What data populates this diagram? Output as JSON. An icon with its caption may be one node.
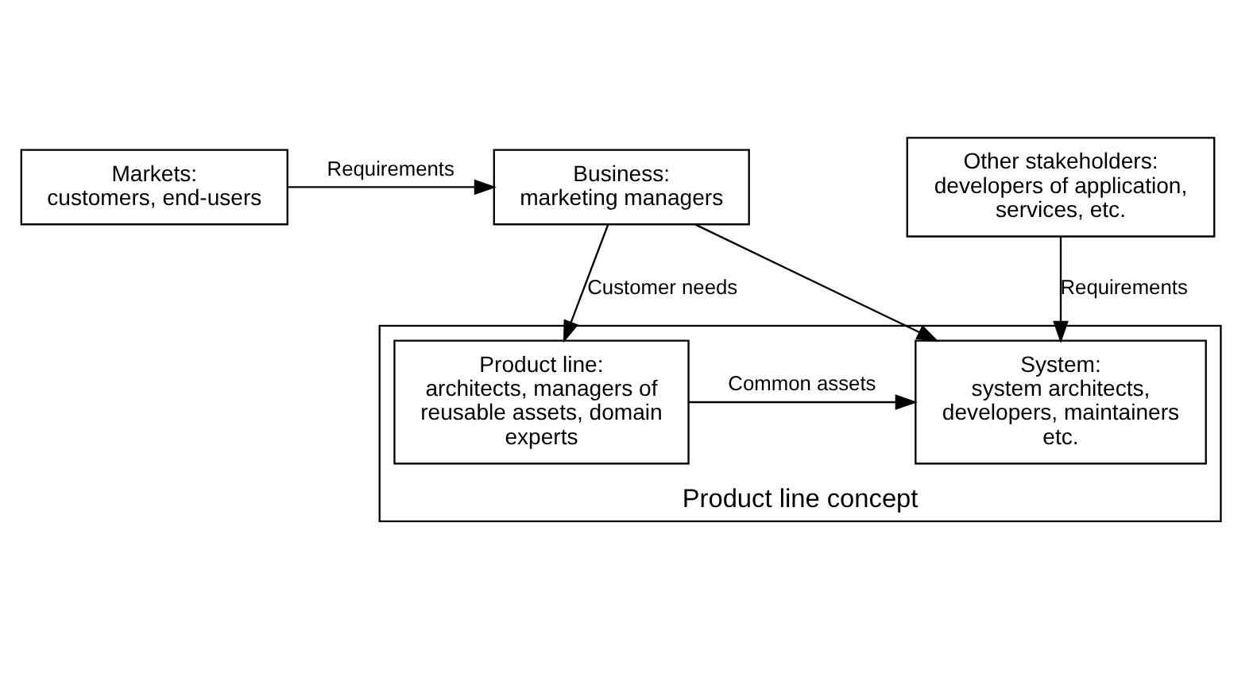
{
  "diagram": {
    "nodes": [
      {
        "text": [
          "Business:",
          "marketing managers"
        ]
      },
      {
        "text": [
          "Markets:",
          "customers, end-users"
        ]
      },
      {
        "text": [
          "Product line concept"
        ]
      },
      {
        "text": [
          "Product line:",
          "architects, managers of reusable assets, domain experts"
        ],
        "in": 2
      },
      {
        "text": [
          "System:",
          "system architects, developers, maintainers etc."
        ],
        "in": 2
      },
      {
        "text": [
          "Other stakeholders:",
          "developers of application, services, etc."
        ]
      }
    ],
    "edges": [
      {
        "from": 1,
        "to": 0,
        "arrow": "to",
        "label": "Requirements"
      },
      {
        "from": 0,
        "to": 3,
        "arrow": "to",
        "label": "Customer needs"
      },
      {
        "from": 0,
        "to": 4,
        "arrow": "to"
      },
      {
        "from": 5,
        "to": 4,
        "arrow": "to",
        "label": "Requirements"
      },
      {
        "from": 3,
        "to": 4,
        "arrow": "to",
        "label": "Common assets"
      }
    ]
  }
}
